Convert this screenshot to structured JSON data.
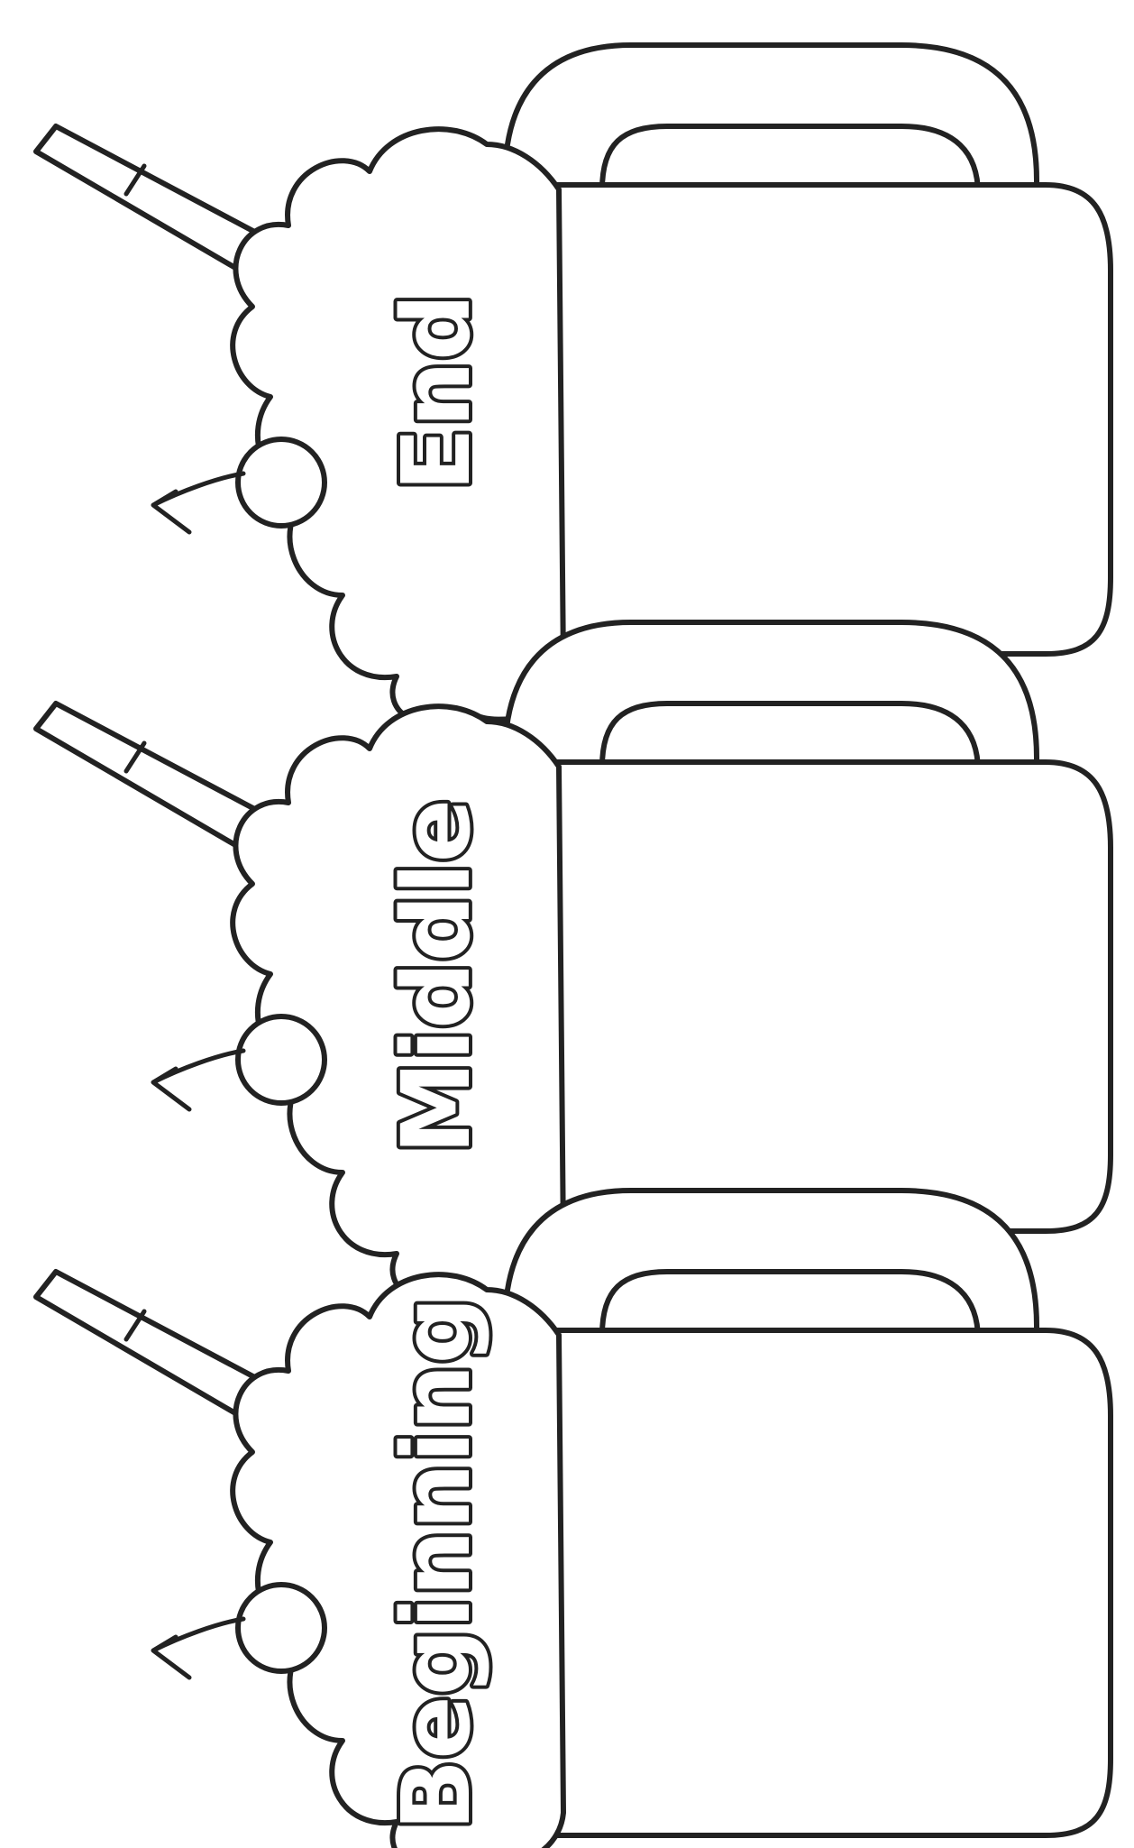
{
  "worksheet": {
    "sections": [
      {
        "id": "beginning",
        "label": "Beginning"
      },
      {
        "id": "middle",
        "label": "Middle"
      },
      {
        "id": "end",
        "label": "End"
      }
    ],
    "colors": {
      "ink": "#222222",
      "paper": "#ffffff"
    }
  }
}
